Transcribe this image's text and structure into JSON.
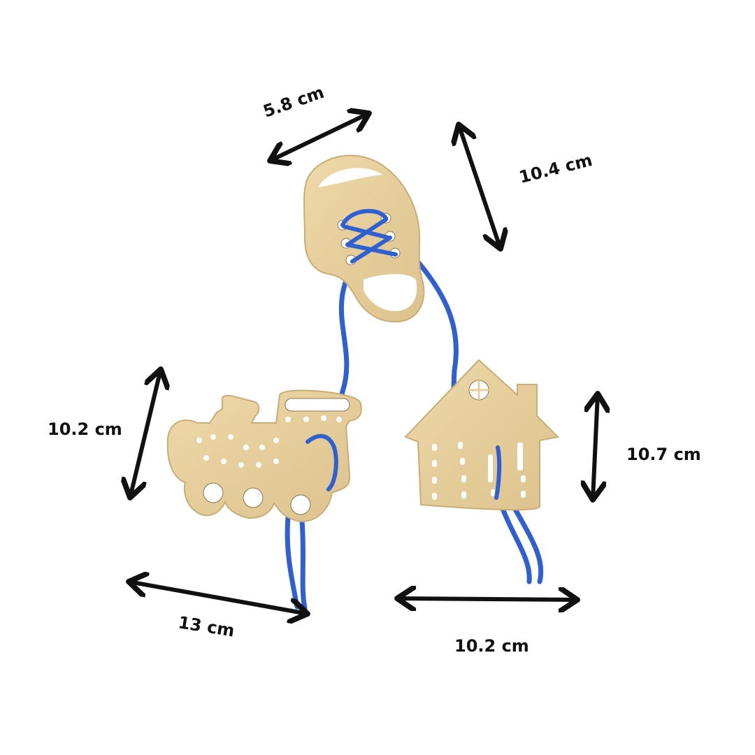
{
  "colors": {
    "background": "#ffffff",
    "wood": "#e6cf9d",
    "wood_edge": "#c9ad76",
    "cord": "#2f5fd0",
    "arrow": "#111111"
  },
  "dimensions": {
    "shoe_width": "5.8 cm",
    "shoe_height": "10.4 cm",
    "train_height": "10.2 cm",
    "train_width": "13 cm",
    "house_height": "10.7 cm",
    "house_width": "10.2 cm"
  },
  "objects": {
    "shoe": "sneaker-shaped wooden lacing board",
    "train": "locomotive-shaped wooden lacing board",
    "house": "house-shaped wooden lacing board"
  }
}
